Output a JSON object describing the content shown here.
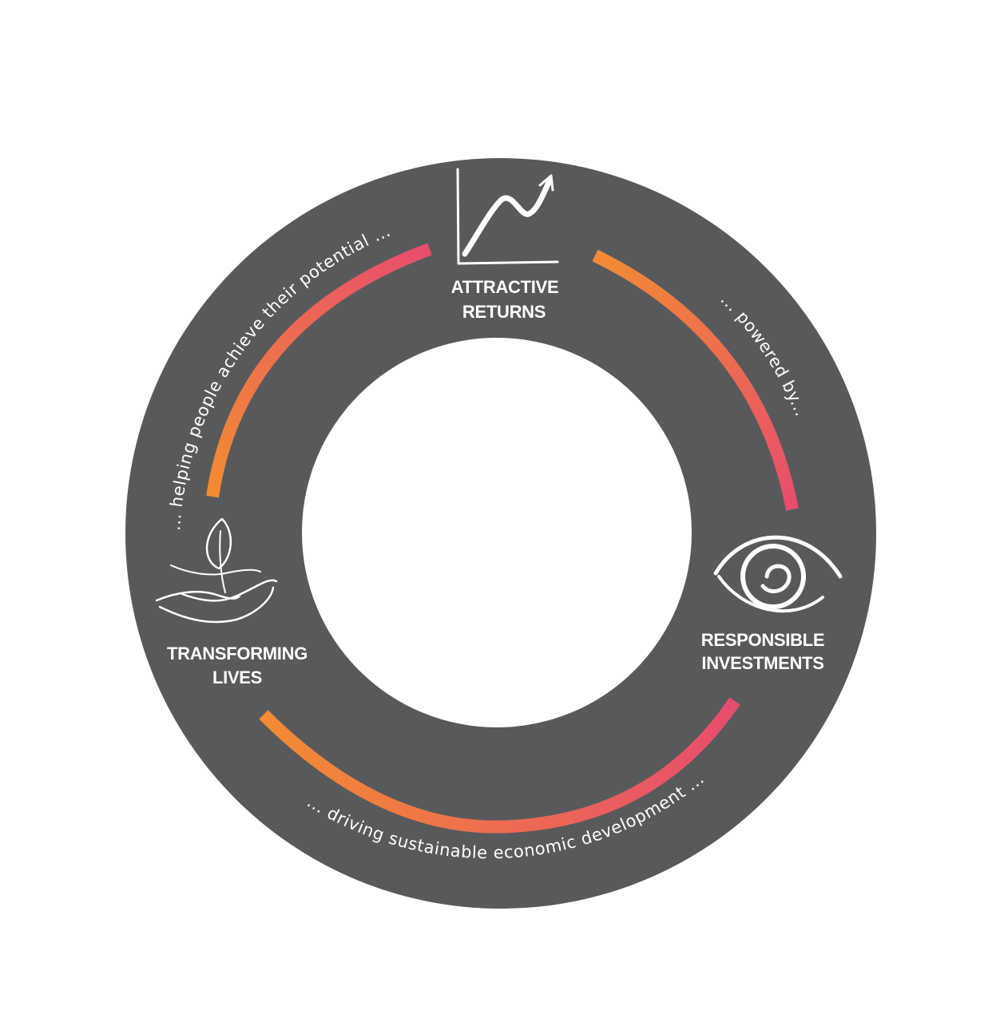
{
  "colors": {
    "ring": "#58595b",
    "center": "#ffffff",
    "arc_start": "#f28c33",
    "arc_end": "#e84c6e",
    "text": "#ffffff"
  },
  "nodes": {
    "top": {
      "line1": "ATTRACTIVE",
      "line2": "RETURNS",
      "icon": "growth-chart-icon"
    },
    "right": {
      "line1": "RESPONSIBLE",
      "line2": "INVESTMENTS",
      "icon": "eye-icon"
    },
    "left": {
      "line1": "TRANSFORMING",
      "line2": "LIVES",
      "icon": "hand-sprout-icon"
    }
  },
  "captions": {
    "right": "... powered by...",
    "bottom": "... driving sustainable economic development ...",
    "left": "... helping people achieve their potential ..."
  }
}
